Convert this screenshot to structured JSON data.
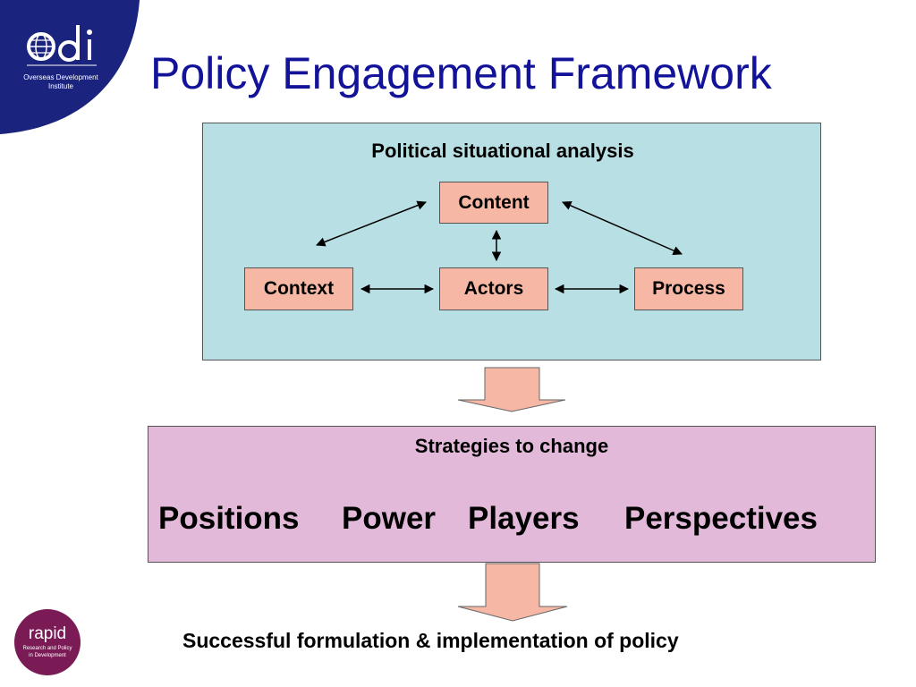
{
  "title": "Policy Engagement Framework",
  "brand": {
    "odi_wordmark": "odi",
    "odi_org_name": "Overseas Development\nInstitute",
    "rapid_wordmark": "rapid",
    "rapid_tagline": "Research and Policy\nin Development"
  },
  "analysis": {
    "title": "Political situational analysis",
    "nodes": {
      "content": "Content",
      "context": "Context",
      "actors": "Actors",
      "process": "Process"
    }
  },
  "strategies": {
    "title": "Strategies to change",
    "items": [
      "Positions",
      "Power",
      "Players",
      "Perspectives"
    ]
  },
  "outcome": "Successful formulation & implementation of policy",
  "colors": {
    "title_blue": "#13139a",
    "logo_navy": "#1a237e",
    "analysis_panel": "#b8dfe3",
    "node_fill": "#f6b8a4",
    "strategies_panel": "#e2b9d9",
    "down_arrow": "#f6b8a4",
    "rapid_purple": "#7a1b56"
  }
}
